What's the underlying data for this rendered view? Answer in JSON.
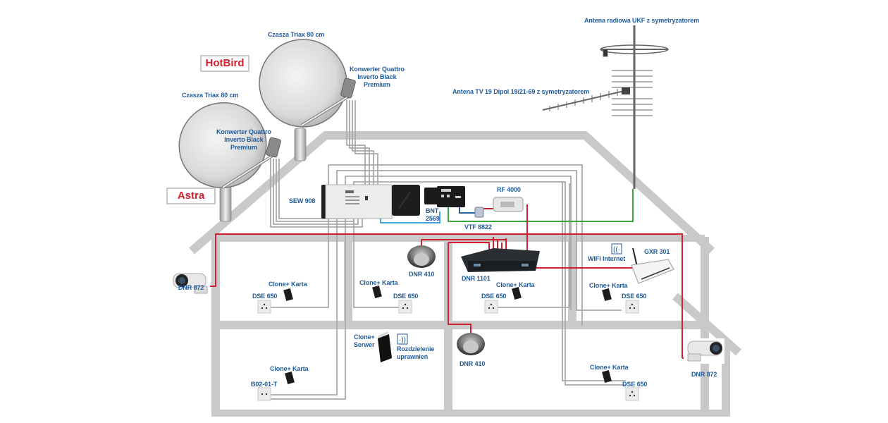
{
  "title": "Instalacja RTV-SAT i monitoringu w domu jednorodzinnym",
  "colors": {
    "label_text": "#1f5b9c",
    "brand_text": "#d3202f",
    "house_outline": "#c9c9c9",
    "sat_cable": "#a9a9a9",
    "network_cable": "#d3202f",
    "tv_cable": "#2d5fa8",
    "radio_cable": "#3aa640",
    "light_blue_cable": "#3fa6e0"
  },
  "satellites": [
    {
      "brand": "HotBird",
      "dish": "Czasza Triax 80 cm",
      "lnb": [
        "Konwerter Quattro",
        "Inverto Black",
        "Premium"
      ]
    },
    {
      "brand": "Astra",
      "dish": "Czasza Triax 80 cm",
      "lnb": [
        "Konwerter Quattro",
        "Inverto Black",
        "Premium"
      ]
    }
  ],
  "antennas": {
    "radio": "Antena radiowa UKF z symetryzatorem",
    "tv": "Antena TV 19 Dipol 19/21-69 z symetryzatorem"
  },
  "attic": {
    "multiswitch": "SEW 908",
    "amplifier": [
      "BNT",
      "2569"
    ],
    "combiner": "VTF 8822",
    "modulator": "RF 4000"
  },
  "rooms": {
    "cam_left": "DNR 872",
    "cam_right": "DNR 872",
    "room1": {
      "card": "Clone+ Karta",
      "socket": "DSE 650"
    },
    "room2": {
      "card": "Clone+ Karta",
      "socket": "DSE 650",
      "dome": "DNR 410"
    },
    "room3": {
      "recorder": "DNR 1101",
      "card": "Clone+ Karta",
      "socket": "DSE 650"
    },
    "room4": {
      "wifi": "WIFI Internet",
      "router": "GXR 301",
      "card": "Clone+ Karta",
      "socket": "DSE 650"
    },
    "room5": {
      "card": "Clone+ Karta",
      "socket": "B02-01-T"
    },
    "room6": {
      "server": [
        "Clone+",
        "Serwer"
      ],
      "rights": [
        "Rozdzielenie",
        "uprawnień"
      ]
    },
    "room7": {
      "dome": "DNR 410"
    },
    "room8": {
      "card": "Clone+ Karta",
      "socket": "DSE 650"
    }
  }
}
